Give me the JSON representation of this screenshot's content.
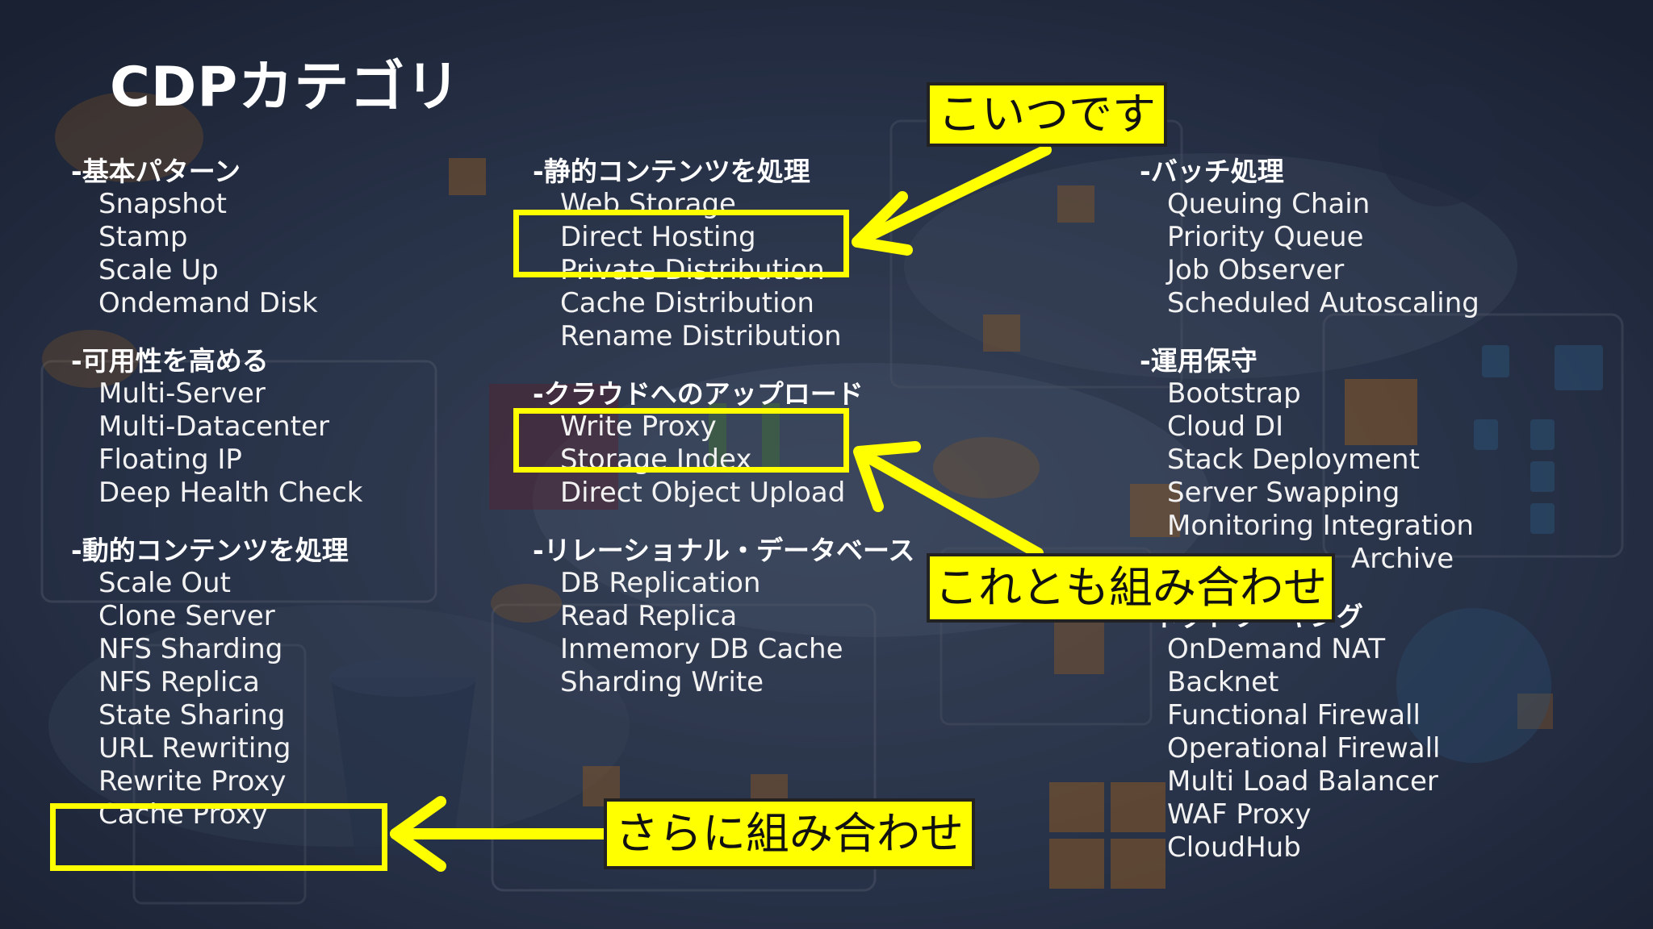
{
  "slide": {
    "title": "CDPカテゴリ",
    "background_color": "#27334a",
    "highlight_color": "#ffff00"
  },
  "columns": [
    {
      "sections": [
        {
          "heading": "-基本パターン",
          "items": [
            "Snapshot",
            "Stamp",
            "Scale Up",
            "Ondemand Disk"
          ]
        },
        {
          "heading": "-可用性を高める",
          "items": [
            "Multi-Server",
            "Multi-Datacenter",
            "Floating IP",
            "Deep Health Check"
          ]
        },
        {
          "heading": "-動的コンテンツを処理",
          "items": [
            "Scale Out",
            "Clone Server",
            "NFS Sharding",
            "NFS Replica",
            "State Sharing",
            "URL Rewriting",
            "Rewrite Proxy",
            "Cache Proxy"
          ]
        }
      ]
    },
    {
      "sections": [
        {
          "heading": "-静的コンテンツを処理",
          "items": [
            "Web Storage",
            "Direct Hosting",
            "Private Distribution",
            "Cache Distribution",
            "Rename Distribution"
          ]
        },
        {
          "heading": "-クラウドへのアップロード",
          "items": [
            "Write Proxy",
            "Storage Index",
            "Direct Object Upload"
          ]
        },
        {
          "heading": "-リレーショナル・データベース",
          "items": [
            "DB Replication",
            "Read Replica",
            "Inmemory DB Cache",
            "Sharding Write"
          ]
        }
      ]
    },
    {
      "sections": [
        {
          "heading": "-バッチ処理",
          "items": [
            "Queuing Chain",
            "Priority Queue",
            "Job Observer",
            "Scheduled Autoscaling"
          ]
        },
        {
          "heading": "-運用保守",
          "items": [
            "Bootstrap",
            "Cloud DI",
            "Stack Deployment",
            "Server Swapping",
            "Monitoring Integration",
            "Archive"
          ]
        },
        {
          "heading": "-ネットワーキング",
          "items": [
            "OnDemand NAT",
            "Backnet",
            "Functional Firewall",
            "Operational Firewall",
            "Multi Load Balancer",
            "WAF Proxy",
            "CloudHub"
          ]
        }
      ]
    }
  ],
  "callouts": {
    "direct_hosting": "こいつです",
    "write_proxy": "これとも組み合わせ",
    "cache_proxy": "さらに組み合わせ"
  }
}
